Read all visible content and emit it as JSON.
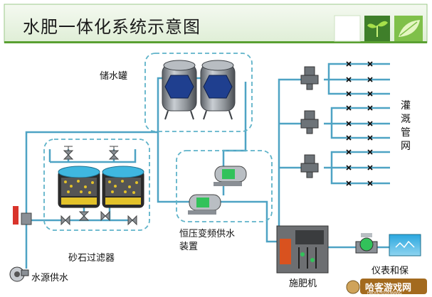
{
  "title": "水肥一体化系统示意图",
  "labels": {
    "storage_tank": "储水罐",
    "sand_filter": "砂石过滤器",
    "water_source": "水源供水",
    "pump_station_line1": "恒压变频供水",
    "pump_station_line2": "装置",
    "fertilizer_machine": "施肥机",
    "instrument": "仪表和保",
    "irrigation_network": "灌溉管网"
  },
  "watermark": "哈客游戏网",
  "watermark_sub": "HAOJIUYOUXIWANG",
  "icons": [
    "leaf-sprout-icon",
    "leaf-icon",
    "valve-icon",
    "pump-icon",
    "flow-meter-icon",
    "emitter-icon"
  ],
  "colors": {
    "pipe": "#4ea3c4",
    "dashed_border": "#5fb3c9",
    "header_bg": "#e9f3e4",
    "header_line": "#5aa032",
    "tank_body": "#8a8f95",
    "tank_window": "#1f3f8f",
    "filter_top": "#3fb7e0",
    "filter_gravel": "#e3c22a",
    "pump_green": "#32c25a"
  }
}
